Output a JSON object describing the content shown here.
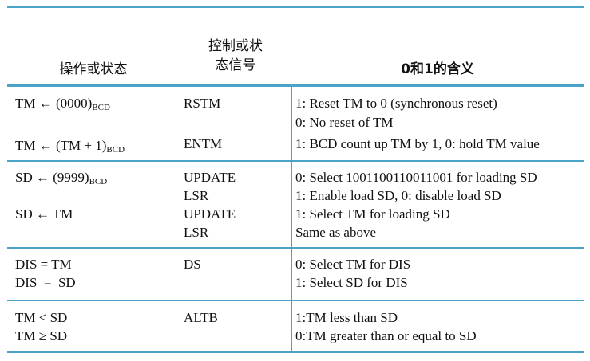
{
  "headers": {
    "col1": "操作或状态",
    "col2_line1": "控制或状",
    "col2_line2": "态信号",
    "col3": "0和1的含义"
  },
  "groups": [
    {
      "rows": [
        {
          "op_main": "TM ← (0000)",
          "op_sub": "BCD",
          "signals": [
            "RSTM"
          ],
          "meanings": [
            "1: Reset TM to 0 (synchronous reset)",
            "0: No reset of TM"
          ]
        },
        {
          "op_main": "TM ← (TM + 1)",
          "op_sub": "BCD",
          "signals": [
            "ENTM"
          ],
          "meanings": [
            "1: BCD count up TM by 1, 0: hold TM value"
          ]
        }
      ]
    },
    {
      "rows": [
        {
          "op_main": "SD ← (9999)",
          "op_sub": "BCD",
          "signals": [
            "UPDATE",
            "LSR"
          ],
          "meanings": [
            "0: Select 1001100110011001 for loading SD",
            "1: Enable load SD, 0: disable load SD"
          ]
        },
        {
          "op_main": "SD ← TM",
          "op_sub": "",
          "signals": [
            "UPDATE",
            "LSR"
          ],
          "meanings": [
            "1: Select TM for loading SD",
            "Same as above"
          ]
        }
      ]
    },
    {
      "rows": [
        {
          "op_lines": [
            "DIS = TM",
            "DIS  =  SD"
          ],
          "signals": [
            "DS"
          ],
          "meanings": [
            "0: Select TM for DIS",
            "1: Select SD for DIS"
          ]
        }
      ]
    },
    {
      "rows": [
        {
          "op_lines": [
            "TM < SD",
            "TM ≥ SD"
          ],
          "signals": [
            "ALTB"
          ],
          "meanings": [
            "1:TM less than SD",
            "0:TM greater than or equal to SD"
          ]
        }
      ]
    }
  ]
}
